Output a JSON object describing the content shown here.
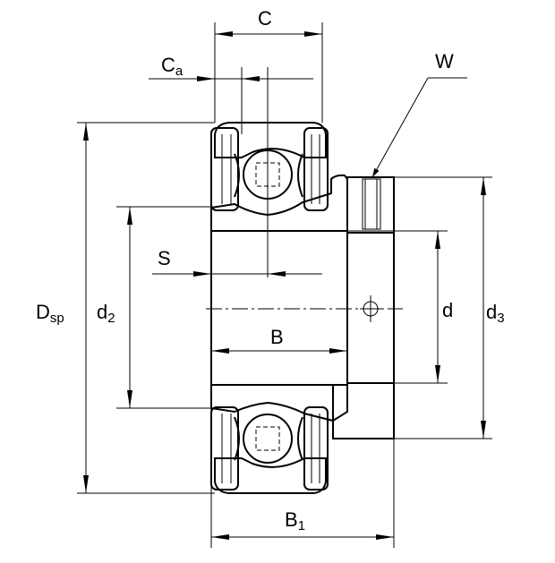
{
  "labels": {
    "C": "C",
    "Ca_main": "C",
    "Ca_sub": "a",
    "W": "W",
    "S": "S",
    "B": "B",
    "B1_main": "B",
    "B1_sub": "1",
    "Dsp_main": "D",
    "Dsp_sub": "sp",
    "d2_main": "d",
    "d2_sub": "2",
    "d": "d",
    "d3_main": "d",
    "d3_sub": "3"
  }
}
